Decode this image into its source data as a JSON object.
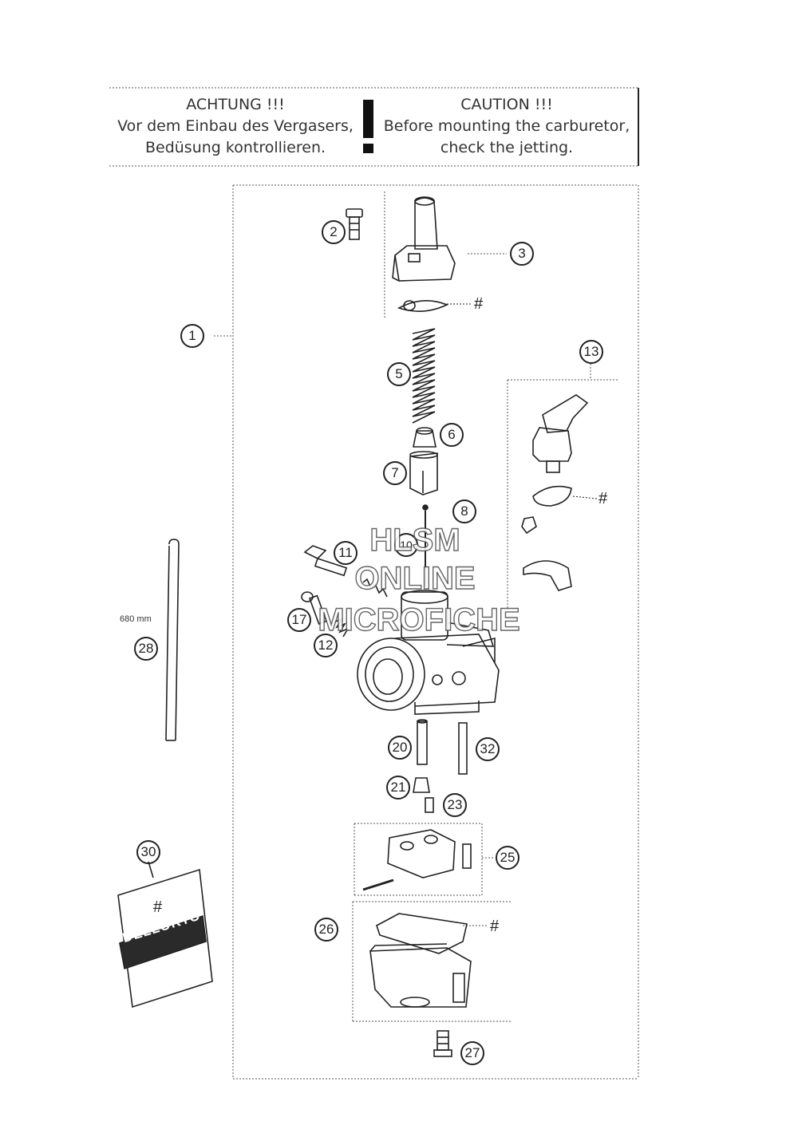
{
  "warning": {
    "de_title": "ACHTUNG !!!",
    "de_line1": "Vor dem Einbau des Vergasers,",
    "de_line2": "Bedüsung kontrollieren.",
    "en_title": "CAUTION !!!",
    "en_line1": "Before mounting the carburetor,",
    "en_line2": "check the jetting."
  },
  "watermark": {
    "line1": "HLSM",
    "line2": "ONLINE",
    "line3": "MICROFICHE"
  },
  "callouts": {
    "c1": "1",
    "c2": "2",
    "c3": "3",
    "c5": "5",
    "c6": "6",
    "c7": "7",
    "c8": "8",
    "c10": "10",
    "c11": "11",
    "c12": "12",
    "c13": "13",
    "c17": "17",
    "c20": "20",
    "c21": "21",
    "c23": "23",
    "c25": "25",
    "c26": "26",
    "c27": "27",
    "c28": "28",
    "c30": "30",
    "c32": "32"
  },
  "hash_mark": "#",
  "hose_length": "680 mm",
  "packet_text": "DELLORTO"
}
